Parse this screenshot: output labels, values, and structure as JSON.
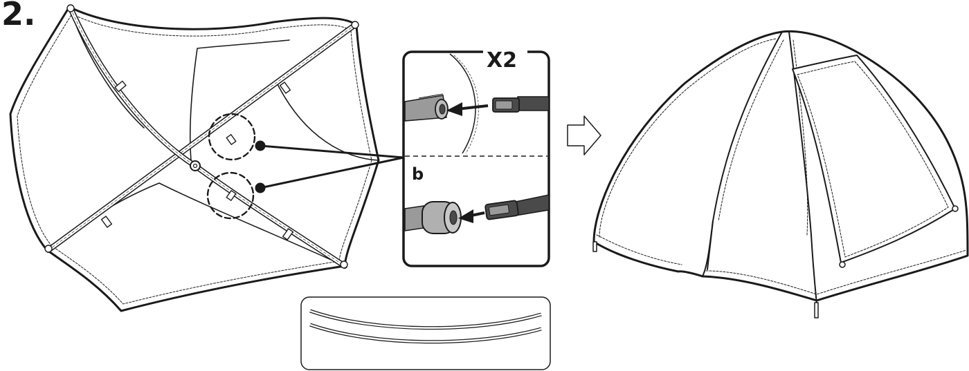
{
  "step": {
    "number": "2."
  },
  "inset": {
    "multiplier": "X2",
    "part_label": "b"
  },
  "colors": {
    "ink": "#1a1a1a",
    "pole_gray": "#9a9a9a",
    "pole_dark": "#4a4a4a",
    "paper": "#ffffff"
  },
  "icons": {
    "direction_arrow": "outline-right-arrow"
  }
}
